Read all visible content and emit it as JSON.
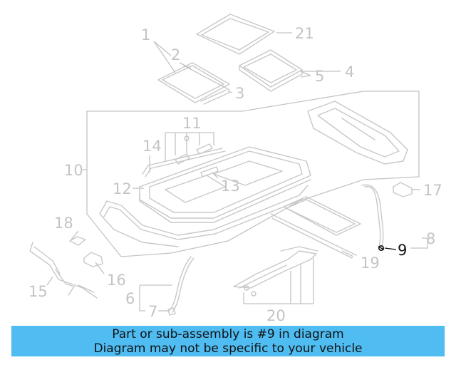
{
  "diagram": {
    "callouts": [
      "1",
      "2",
      "3",
      "4",
      "5",
      "6",
      "7",
      "8",
      "9",
      "10",
      "11",
      "12",
      "13",
      "14",
      "15",
      "16",
      "17",
      "18",
      "19",
      "20",
      "21"
    ],
    "highlighted_callout": "9",
    "highlight_color": "#111111",
    "line_color": "#c4c4c4"
  },
  "banner": {
    "line1": "Part or sub-assembly is #9 in diagram",
    "line2": "Diagram may not be specific to your vehicle",
    "background": "#4fbcf2"
  }
}
